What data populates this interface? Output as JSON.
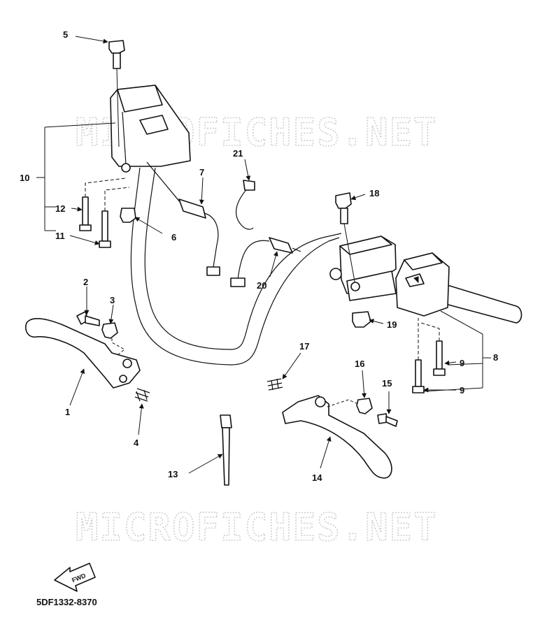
{
  "watermarks": [
    "MICROFICHES.NET",
    "MICROFICHES.NET"
  ],
  "diagram_code": "5DF1332-8370",
  "fwd_label": "FWD",
  "callouts": [
    "1",
    "2",
    "3",
    "4",
    "5",
    "6",
    "7",
    "8",
    "9",
    "9",
    "10",
    "11",
    "12",
    "13",
    "14",
    "15",
    "16",
    "17",
    "18",
    "19",
    "20",
    "21"
  ]
}
